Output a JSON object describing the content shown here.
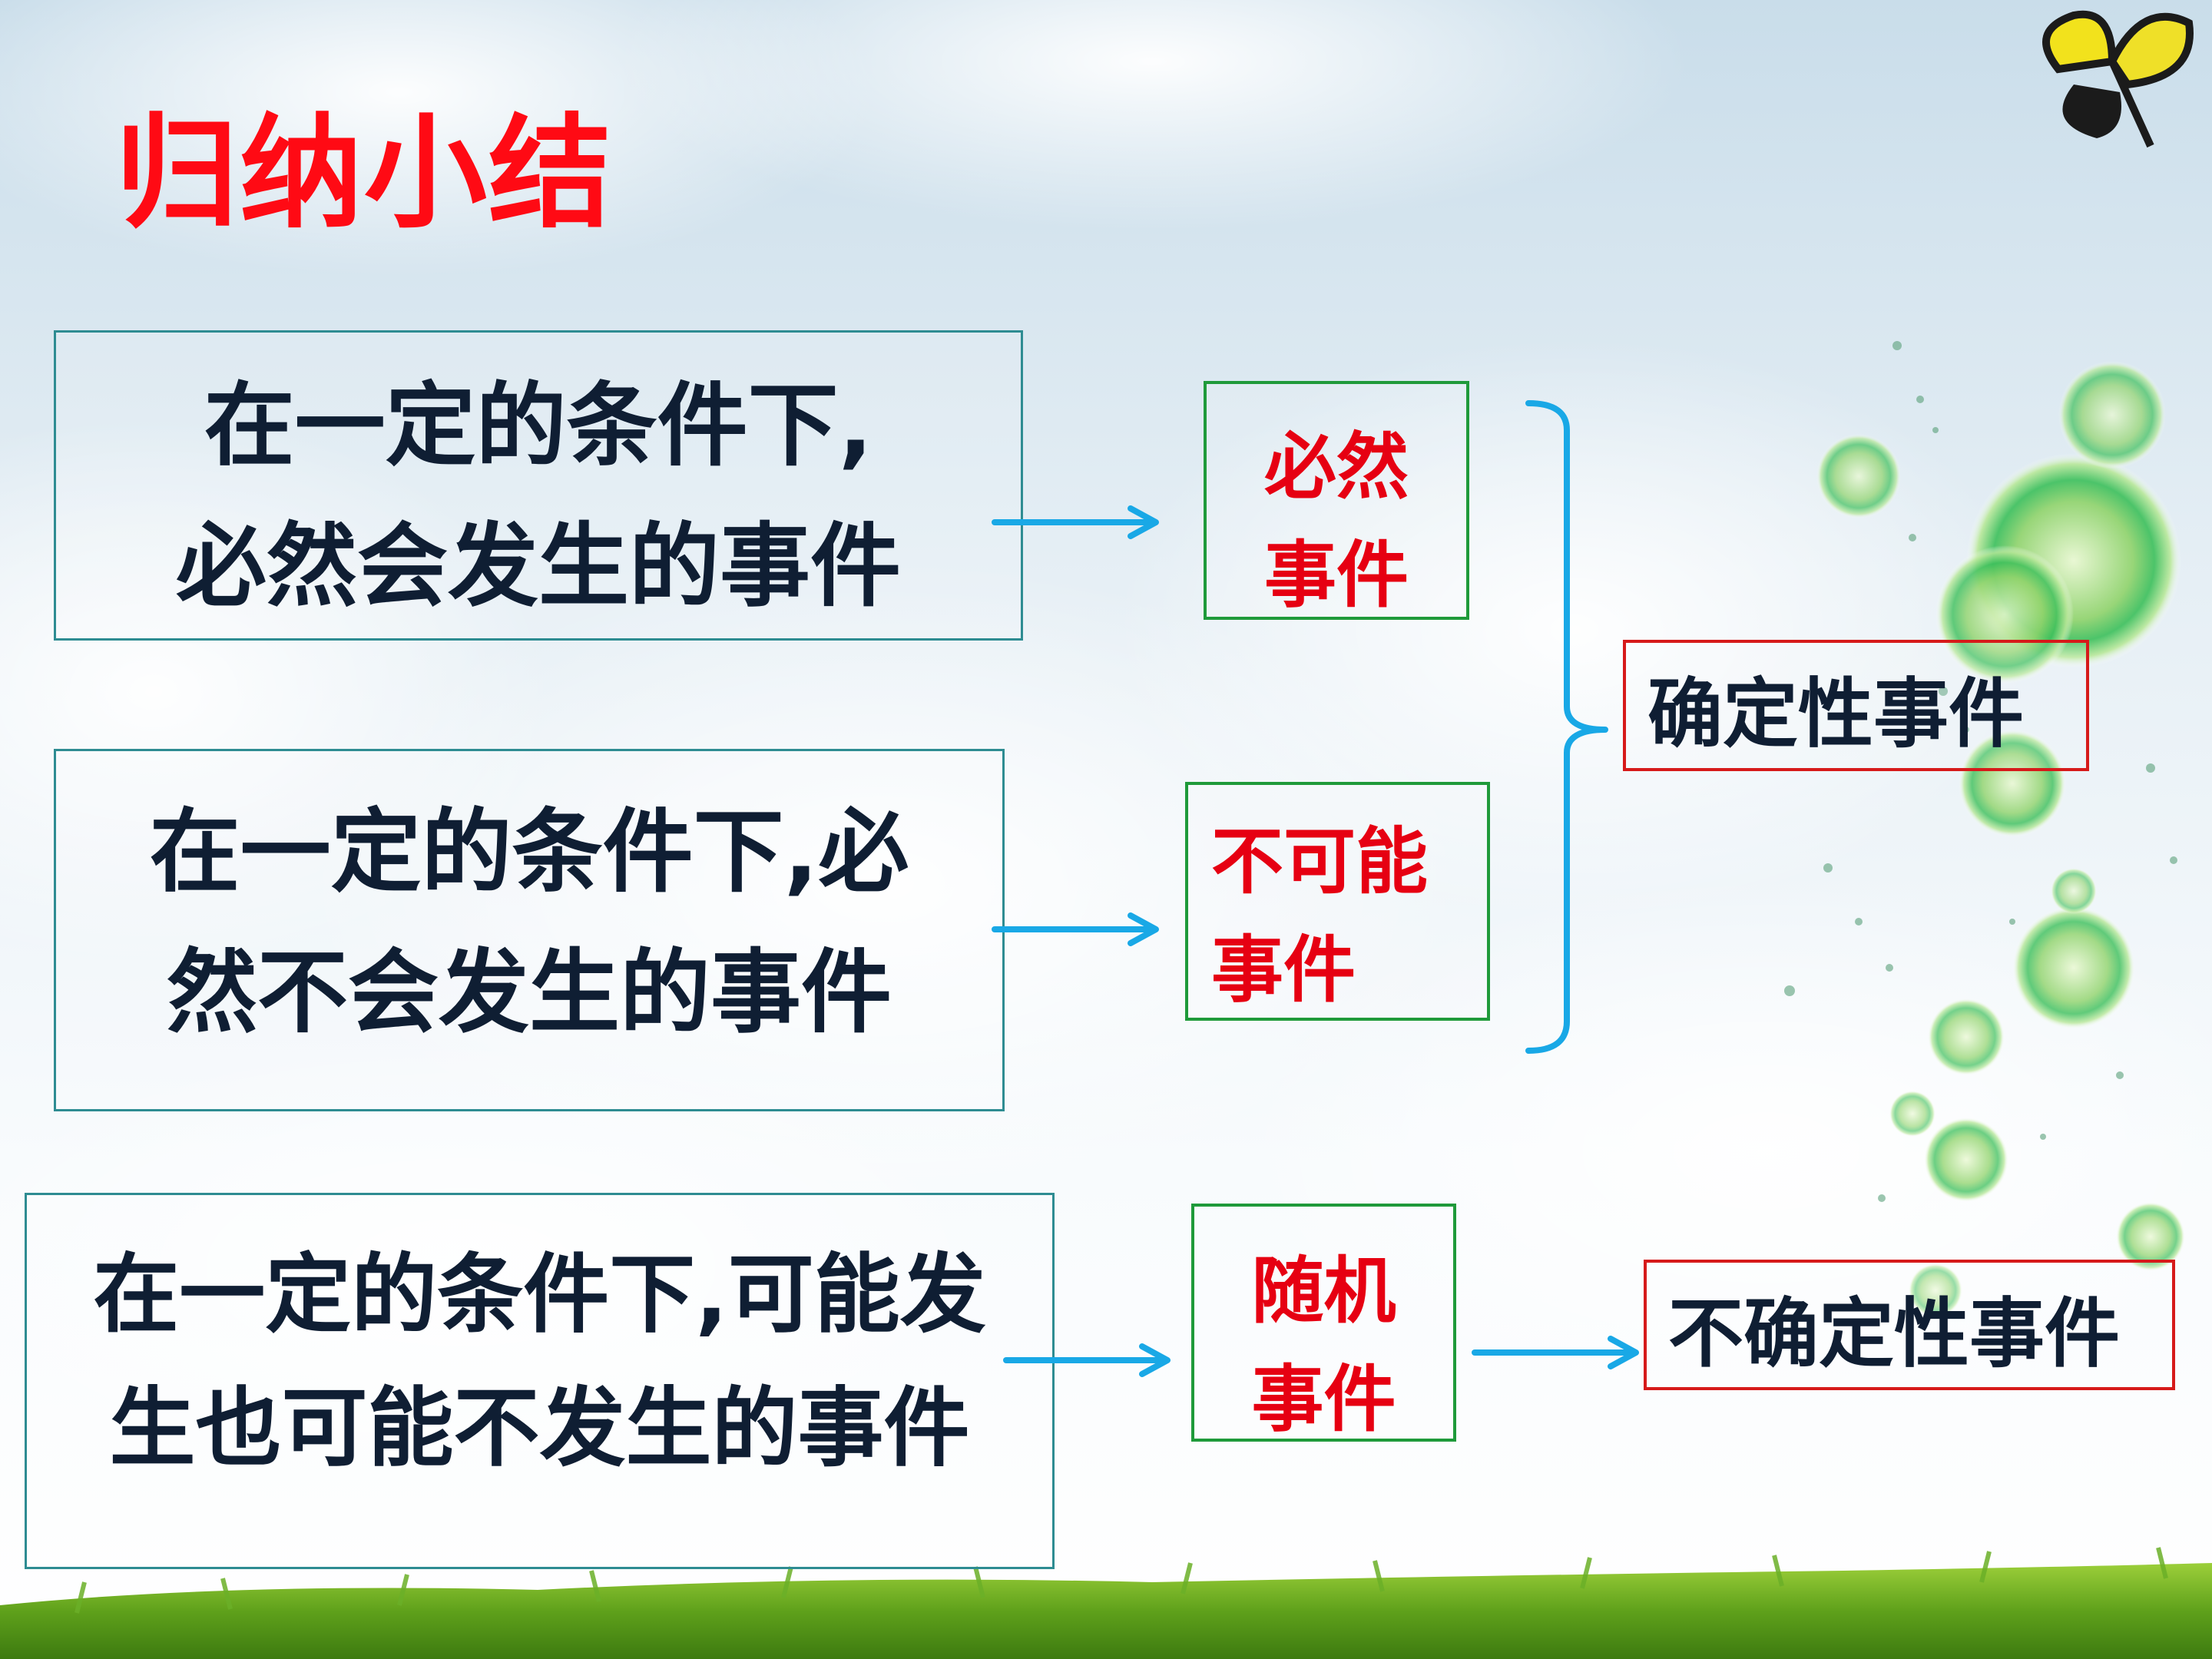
{
  "title": "归纳小结",
  "definitions": [
    {
      "line1": "在一定的条件下,",
      "line2": "必然会发生的事件"
    },
    {
      "line1": "在一定的条件下,必",
      "line2": "然不会发生的事件"
    },
    {
      "line1": "在一定的条件下,可能发",
      "line2": "生也可能不发生的事件"
    }
  ],
  "categories": [
    {
      "line1": "必然",
      "line2": "事件"
    },
    {
      "line1": "不可能",
      "line2": "事件"
    },
    {
      "line1": "随机",
      "line2": "事件"
    }
  ],
  "results": {
    "certain": "确定性事件",
    "uncertain": "不确定性事件"
  },
  "colors": {
    "title": "#ff0a14",
    "category_text": "#e60012",
    "definition_text": "#0f1e33",
    "definition_border": "#2e8c92",
    "category_border": "#1f9a3a",
    "result_border": "#d61a1a",
    "arrow": "#19a8e6",
    "brace": "#19a8e6"
  }
}
